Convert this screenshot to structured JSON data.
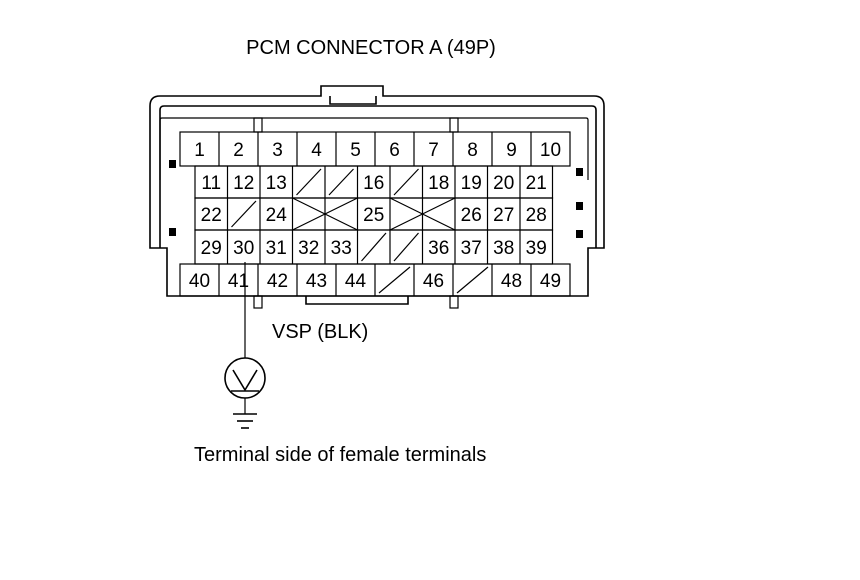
{
  "title": "PCM CONNECTOR A (49P)",
  "probe_label": "VSP (BLK)",
  "caption": "Terminal side of female terminals",
  "probe_symbol": "V",
  "rows": [
    [
      "1",
      "2",
      "3",
      "4",
      "5",
      "6",
      "7",
      "8",
      "9",
      "10"
    ],
    [
      "11",
      "12",
      "13",
      "",
      "",
      "16",
      "",
      "18",
      "19",
      "20",
      "21"
    ],
    [
      "22",
      "",
      "24",
      "",
      "",
      "25",
      "",
      "",
      "26",
      "27",
      "28"
    ],
    [
      "29",
      "30",
      "31",
      "32",
      "33",
      "",
      "",
      "36",
      "37",
      "38",
      "39"
    ],
    [
      "40",
      "41",
      "42",
      "43",
      "44",
      "",
      "46",
      "",
      "48",
      "49"
    ]
  ]
}
